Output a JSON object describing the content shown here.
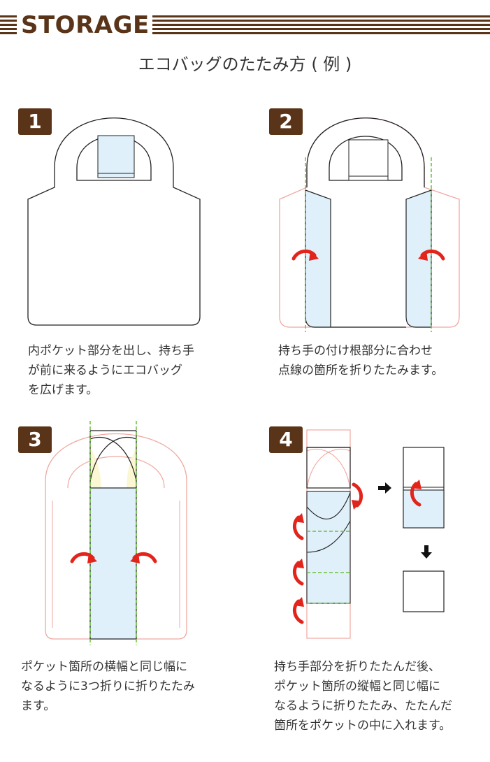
{
  "header": {
    "title": "STORAGE"
  },
  "subtitle": "エコバッグのたたみ方 ( 例 )",
  "colors": {
    "brown": "#5a3418",
    "red_arrow": "#e2241b",
    "pink_outline": "#f0a8a0",
    "dashed_green": "#6bbf3a",
    "light_blue": "#dff0fb",
    "light_yellow": "#fbf7d2"
  },
  "steps": [
    {
      "number": "1",
      "caption_lines": [
        "内ポケット部分を出し、持ち手",
        "が前に来るようにエコバッグ",
        "を広げます。"
      ]
    },
    {
      "number": "2",
      "caption_lines": [
        "持ち手の付け根部分に合わせ",
        "点線の箇所を折りたたみます。"
      ]
    },
    {
      "number": "3",
      "caption_lines": [
        "ポケット箇所の横幅と同じ幅に",
        "なるように3つ折りに折りたたみ",
        "ます。"
      ]
    },
    {
      "number": "4",
      "caption_lines": [
        "持ち手部分を折りたたんだ後、",
        "ポケット箇所の縦幅と同じ幅に",
        "なるように折りたたみ、たたんだ",
        "箇所をポケットの中に入れます。"
      ]
    }
  ],
  "icons": {
    "fold_arrow": "curved-arrow-icon",
    "next_arrow_right": "arrow-right-icon",
    "next_arrow_down": "arrow-down-icon"
  }
}
